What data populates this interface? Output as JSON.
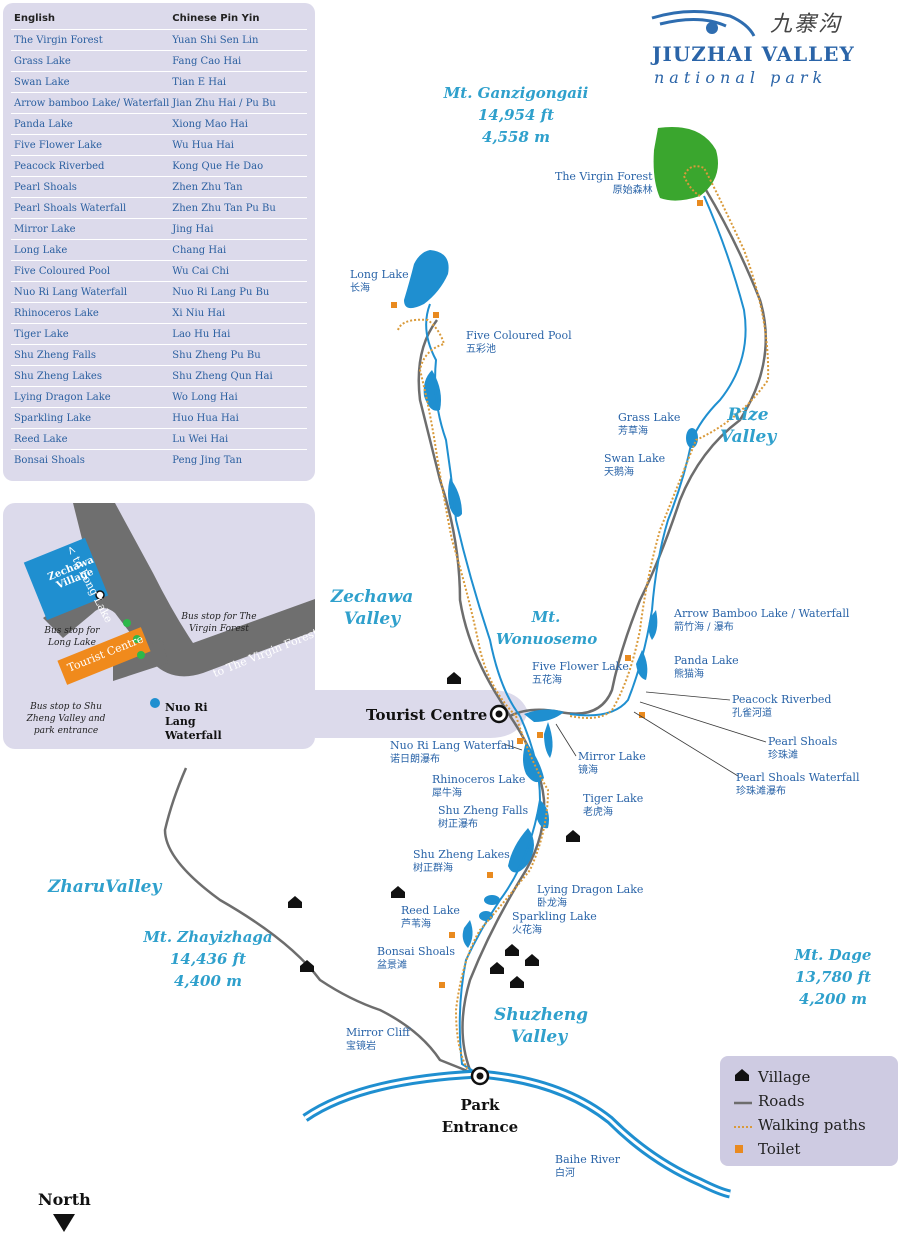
{
  "header": {
    "title": "JIUZHAI VALLEY",
    "subtitle": "national park",
    "logo_script": "九寨沟"
  },
  "names_table": {
    "headers": [
      "English",
      "Chinese Pin Yin"
    ],
    "rows": [
      [
        "The Virgin Forest",
        "Yuan Shi Sen Lin"
      ],
      [
        "Grass Lake",
        "Fang Cao Hai"
      ],
      [
        "Swan Lake",
        "Tian E Hai"
      ],
      [
        "Arrow bamboo Lake/ Waterfall",
        "Jian Zhu Hai / Pu Bu"
      ],
      [
        "Panda Lake",
        "Xiong Mao Hai"
      ],
      [
        "Five Flower Lake",
        "Wu Hua Hai"
      ],
      [
        "Peacock Riverbed",
        "Kong Que He Dao"
      ],
      [
        "Pearl Shoals",
        "Zhen Zhu Tan"
      ],
      [
        "Pearl Shoals Waterfall",
        "Zhen Zhu Tan Pu Bu"
      ],
      [
        "Mirror Lake",
        "Jing Hai"
      ],
      [
        "Long Lake",
        "Chang Hai"
      ],
      [
        "Five Coloured Pool",
        "Wu Cai Chi"
      ],
      [
        "Nuo Ri Lang Waterfall",
        "Nuo Ri Lang Pu Bu"
      ],
      [
        "Rhinoceros Lake",
        "Xi Niu Hai"
      ],
      [
        "Tiger Lake",
        "Lao Hu Hai"
      ],
      [
        "Shu Zheng Falls",
        "Shu Zheng Pu Bu"
      ],
      [
        "Shu Zheng Lakes",
        "Shu Zheng Qun Hai"
      ],
      [
        "Lying Dragon Lake",
        "Wo Long Hai"
      ],
      [
        "Sparkling Lake",
        "Huo Hua Hai"
      ],
      [
        "Reed Lake",
        "Lu Wei Hai"
      ],
      [
        "Bonsai Shoals",
        "Peng Jing Tan"
      ]
    ]
  },
  "inset": {
    "to_long_lake": "< to Long Lake",
    "to_virgin_forest": "to The Virgin Forest >",
    "zechawa_village": "Zechawa Village",
    "tourist_centre": "Tourist Centre",
    "bus_stop_virgin": "Bus stop for The Virgin Forest",
    "bus_stop_long": "Bus stop for Long Lake",
    "bus_stop_shuzheng": "Bus stop to Shu Zheng Valley and park entrance",
    "nuorilang": "Nuo Ri Lang Waterfall"
  },
  "mountains": {
    "ganzigongaii": {
      "name": "Mt. Ganzigongaii",
      "ft": "14,954 ft",
      "m": "4,558 m"
    },
    "zhayizhaga": {
      "name": "Mt. Zhayizhaga",
      "ft": "14,436 ft",
      "m": "4,400 m"
    },
    "dage": {
      "name": "Mt. Dage",
      "ft": "13,780 ft",
      "m": "4,200 m"
    },
    "wonuosemo": {
      "name": "Mt. Wonuosemo"
    }
  },
  "valleys": {
    "rize": "Rize Valley",
    "zechawa": "Zechawa Valley",
    "zharu": "ZharuValley",
    "shuzheng": "Shuzheng Valley"
  },
  "places": {
    "virgin_forest": {
      "en": "The Virgin Forest",
      "zh": "原始森林"
    },
    "long_lake": {
      "en": "Long Lake",
      "zh": "长海"
    },
    "five_coloured_pool": {
      "en": "Five Coloured Pool",
      "zh": "五彩池"
    },
    "grass_lake": {
      "en": "Grass Lake",
      "zh": "芳草海"
    },
    "swan_lake": {
      "en": "Swan Lake",
      "zh": "天鹅海"
    },
    "arrow_bamboo": {
      "en": "Arrow Bamboo Lake / Waterfall",
      "zh": "箭竹海 / 瀑布"
    },
    "panda_lake": {
      "en": "Panda Lake",
      "zh": "熊猫海"
    },
    "five_flower": {
      "en": "Five Flower Lake",
      "zh": "五花海"
    },
    "peacock": {
      "en": "Peacock Riverbed",
      "zh": "孔雀河道"
    },
    "pearl_shoals": {
      "en": "Pearl Shoals",
      "zh": "珍珠滩"
    },
    "pearl_shoals_wf": {
      "en": "Pearl Shoals Waterfall",
      "zh": "珍珠滩瀑布"
    },
    "mirror_lake": {
      "en": "Mirror Lake",
      "zh": "镜海"
    },
    "nuorilang_wf": {
      "en": "Nuo Ri Lang Waterfall",
      "zh": "诺日朗瀑布"
    },
    "rhinoceros": {
      "en": "Rhinoceros Lake",
      "zh": "犀牛海"
    },
    "tiger_lake": {
      "en": "Tiger Lake",
      "zh": "老虎海"
    },
    "shuzheng_falls": {
      "en": "Shu Zheng Falls",
      "zh": "树正瀑布"
    },
    "shuzheng_lakes": {
      "en": "Shu Zheng Lakes",
      "zh": "树正群海"
    },
    "lying_dragon": {
      "en": "Lying Dragon Lake",
      "zh": "卧龙海"
    },
    "reed_lake": {
      "en": "Reed Lake",
      "zh": "芦苇海"
    },
    "sparkling_lake": {
      "en": "Sparkling Lake",
      "zh": "火花海"
    },
    "bonsai": {
      "en": "Bonsai Shoals",
      "zh": "盆景滩"
    },
    "mirror_cliff": {
      "en": "Mirror Cliff",
      "zh": "宝镜岩"
    },
    "baihe": {
      "en": "Baihe River",
      "zh": "白河"
    }
  },
  "key_points": {
    "tourist_centre": "Tourist Centre",
    "park_entrance": "Park Entrance"
  },
  "legend": {
    "village": "Village",
    "roads": "Roads",
    "walking_paths": "Walking paths",
    "toilet": "Toilet"
  },
  "north": "North",
  "colors": {
    "water": "#1f8fd0",
    "forest": "#3aa62e",
    "road": "#6d6d6d",
    "path": "#d99a3a",
    "toilet": "#e98a1f",
    "label": "#2a64a8",
    "valley": "#2fa0cc",
    "panel": "#dcdaeb"
  }
}
